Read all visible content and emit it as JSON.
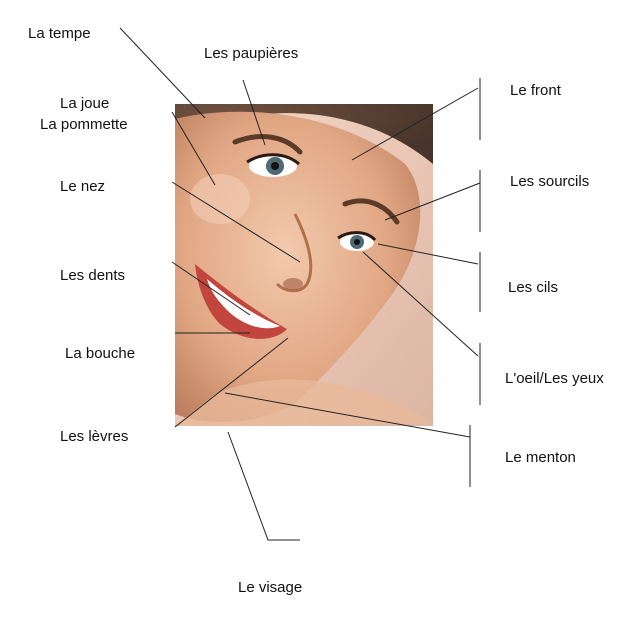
{
  "labels": {
    "tempe": "La tempe",
    "paupieres": "Les paupières",
    "joue": "La joue",
    "pommette": "La pommette",
    "front": "Le front",
    "nez": "Le nez",
    "sourcils": "Les sourcils",
    "dents": "Les dents",
    "cils": "Les cils",
    "bouche": "La bouche",
    "oeil": "L'oeil/Les yeux",
    "levres": "Les lèvres",
    "menton": "Le menton",
    "visage": "Le visage"
  }
}
